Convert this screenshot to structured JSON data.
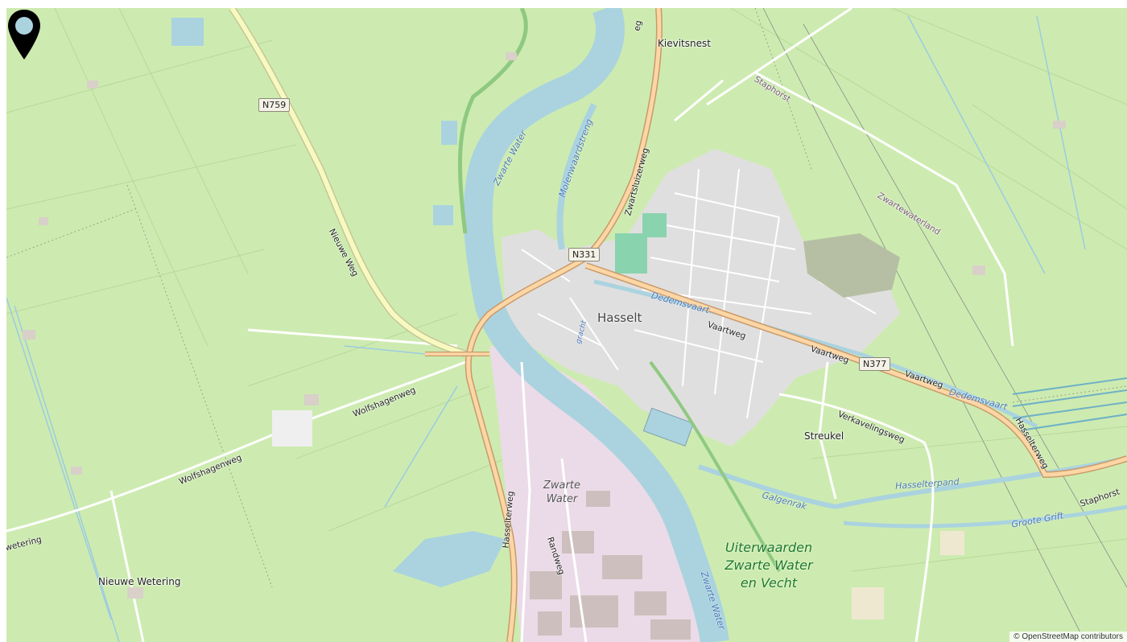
{
  "map": {
    "places": {
      "kievitsnest": "Kievitsnest",
      "hasselt": "Hasselt",
      "streukel": "Streukel",
      "nieuwe_wetering": "Nieuwe Wetering",
      "staphorst": "Staphorst"
    },
    "roads": {
      "nieuwe_weg": "Nieuwe Weg",
      "wolfshagenweg": "Wolfshagenweg",
      "zwartsluizerweg": "Zwartsluizerweg",
      "vaartweg": "Vaartweg",
      "verkavelingsweg": "Verkavelingsweg",
      "hasselterweg": "Hasselterweg",
      "randweg": "Randweg",
      "wetering": "wetering",
      "staphorst_road": "Staphorst",
      "road_partial": "eg"
    },
    "shields": {
      "n759": "N759",
      "n331": "N331",
      "n377": "N377"
    },
    "water": {
      "zwarte_water": "Zwarte Water",
      "molenwaardstreng": "Molenwaardstreng",
      "dedemsvaart": "Dedemsvaart",
      "hasselterpand": "Hasselterpand",
      "galgenrak": "Galgenrak",
      "groote_grift": "Groote Grift",
      "gracht": "gracht",
      "zwartewaterland": "Zwartewaterland"
    },
    "areas": {
      "zwarte_water_industrial": "Zwarte Water",
      "uiterwaarden": "Uiterwaarden Zwarte Water en Vecht"
    },
    "attribution": "© OpenStreetMap contributors",
    "marker_icon": "map-pin-icon",
    "colors": {
      "grass": "#cdebb0",
      "water": "#aad3df",
      "residential": "#e0dfdf",
      "industrial": "#ebdbe8",
      "primary_road": "#fcd6a4",
      "secondary_road": "#f7fabf",
      "marker": "#000000"
    }
  }
}
